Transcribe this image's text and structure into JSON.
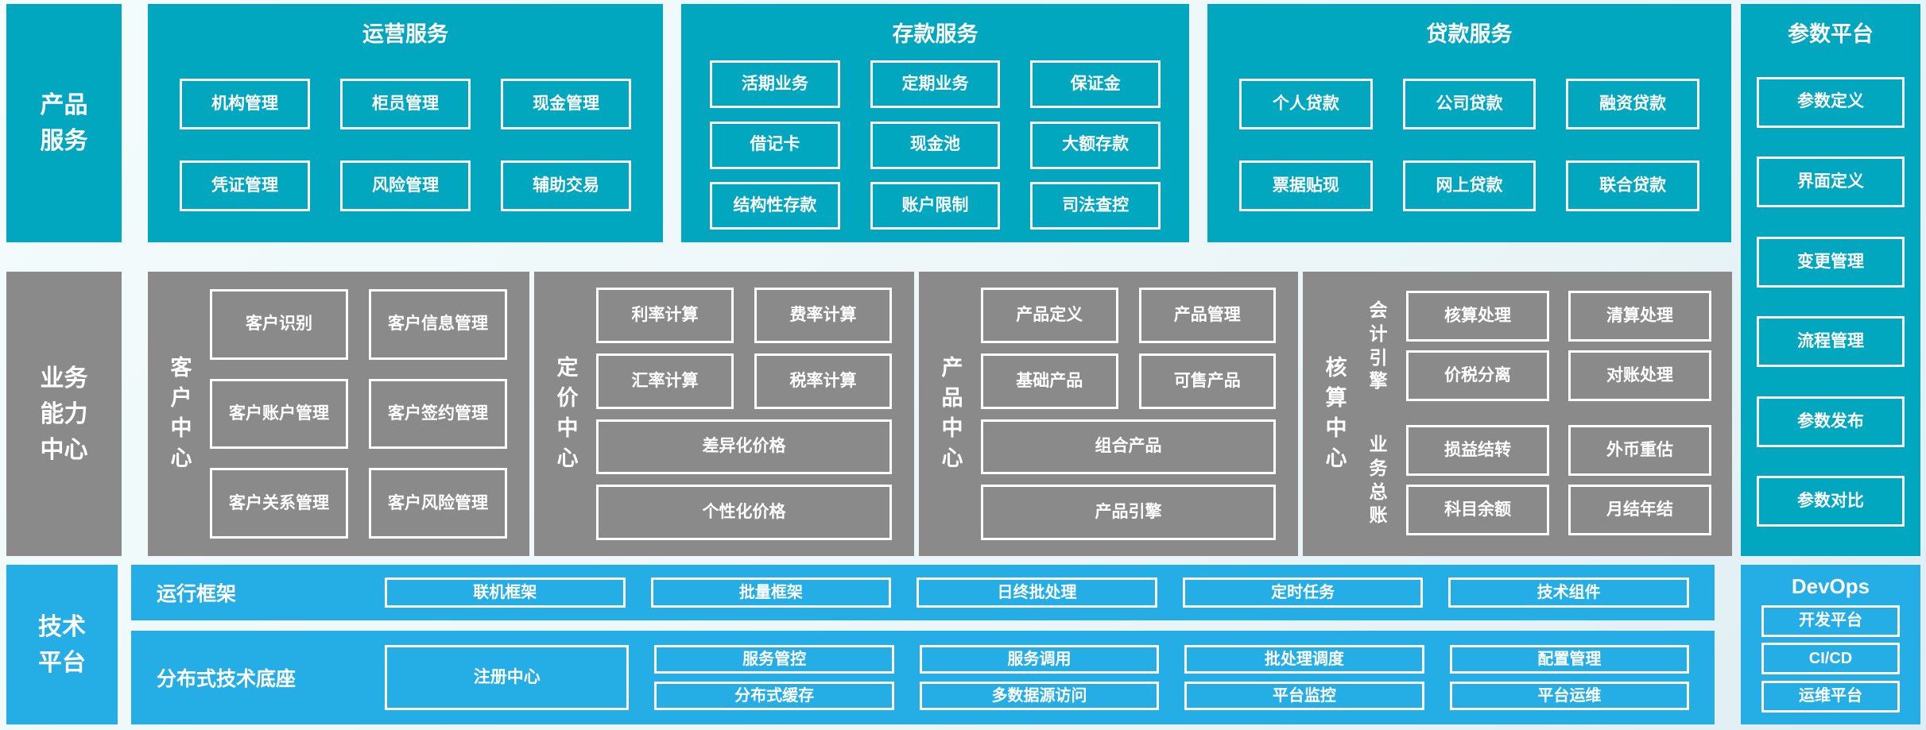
{
  "colors": {
    "teal": "#00a7bf",
    "gray": "#8a8a8a",
    "blue": "#25ade5",
    "background": "#ecf6f8"
  },
  "product_services": {
    "sidebar_label": "产品\n服务",
    "panels": [
      {
        "title": "运营服务",
        "rows": [
          [
            "机构管理",
            "柜员管理",
            "现金管理"
          ],
          [
            "凭证管理",
            "风险管理",
            "辅助交易"
          ]
        ]
      },
      {
        "title": "存款服务",
        "rows": [
          [
            "活期业务",
            "定期业务",
            "保证金"
          ],
          [
            "借记卡",
            "现金池",
            "大额存款"
          ],
          [
            "结构性存款",
            "账户限制",
            "司法查控"
          ]
        ]
      },
      {
        "title": "贷款服务",
        "rows": [
          [
            "个人贷款",
            "公司贷款",
            "融资贷款"
          ],
          [
            "票据贴现",
            "网上贷款",
            "联合贷款"
          ]
        ]
      }
    ]
  },
  "param_platform": {
    "title": "参数平台",
    "items": [
      "参数定义",
      "界面定义",
      "变更管理",
      "流程管理",
      "参数发布",
      "参数对比"
    ]
  },
  "business_center": {
    "sidebar_label": "业务\n能力\n中心",
    "customer": {
      "label": "客\n户\n中\n心",
      "rows": [
        [
          "客户识别",
          "客户信息管理"
        ],
        [
          "客户账户管理",
          "客户签约管理"
        ],
        [
          "客户关系管理",
          "客户风险管理"
        ]
      ]
    },
    "pricing": {
      "label": "定\n价\n中\n心",
      "pairs": [
        [
          "利率计算",
          "费率计算"
        ],
        [
          "汇率计算",
          "税率计算"
        ]
      ],
      "wide": [
        "差异化价格",
        "个性化价格"
      ]
    },
    "product": {
      "label": "产\n品\n中\n心",
      "pairs": [
        [
          "产品定义",
          "产品管理"
        ],
        [
          "基础产品",
          "可售产品"
        ]
      ],
      "wide": [
        "组合产品",
        "产品引擎"
      ]
    },
    "accounting": {
      "label": "核\n算\n中\n心",
      "groups": [
        {
          "label": "会\n计\n引\n擎",
          "rows": [
            [
              "核算处理",
              "清算处理"
            ],
            [
              "价税分离",
              "对账处理"
            ]
          ]
        },
        {
          "label": "业\n务\n总\n账",
          "rows": [
            [
              "损益结转",
              "外币重估"
            ],
            [
              "科目余额",
              "月结年结"
            ]
          ]
        }
      ]
    }
  },
  "tech_platform": {
    "sidebar_label": "技术\n平台",
    "runtime": {
      "label": "运行框架",
      "boxes": [
        "联机框架",
        "批量框架",
        "日终批处理",
        "定时任务",
        "技术组件"
      ]
    },
    "distributed": {
      "label": "分布式技术底座",
      "main_box": "注册中心",
      "columns": [
        [
          "服务管控",
          "分布式缓存"
        ],
        [
          "服务调用",
          "多数据源访问"
        ],
        [
          "批处理调度",
          "平台监控"
        ],
        [
          "配置管理",
          "平台运维"
        ]
      ]
    },
    "devops": {
      "title": "DevOps",
      "items": [
        "开发平台",
        "CI/CD",
        "运维平台"
      ]
    }
  }
}
